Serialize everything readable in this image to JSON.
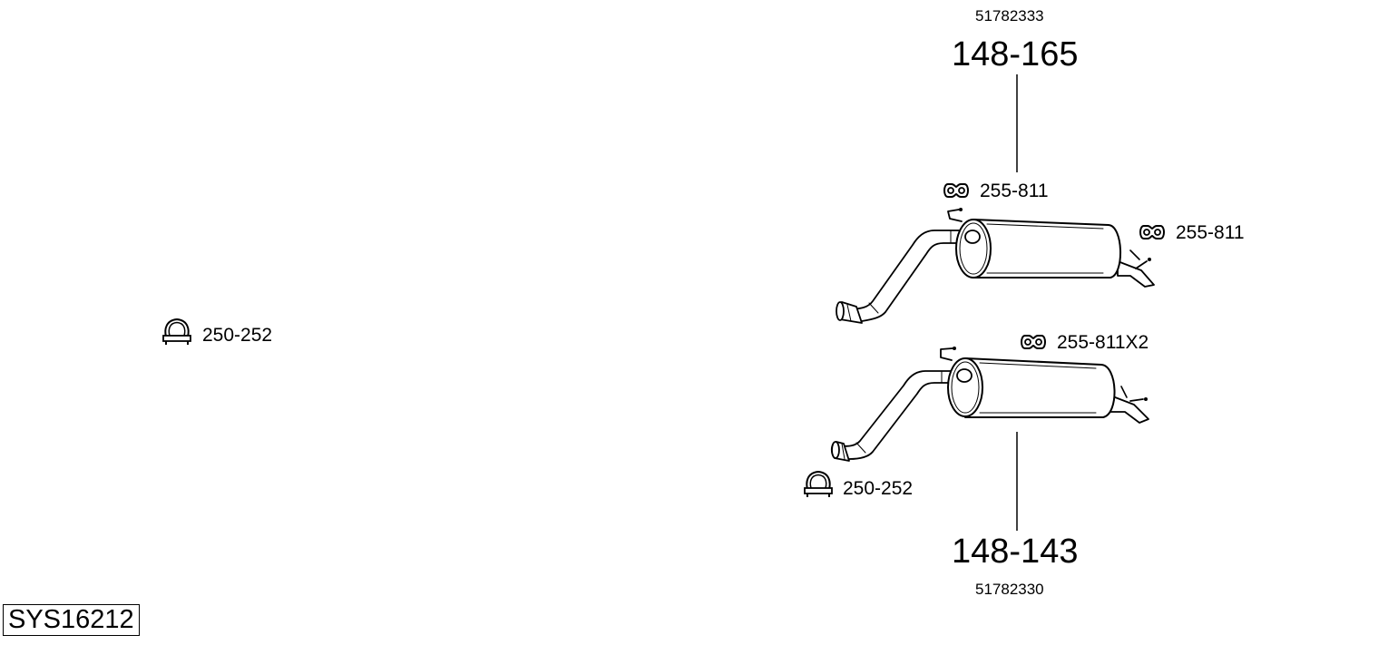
{
  "system_code": "SYS16212",
  "upper_assembly": {
    "oem_number": "51782333",
    "part_number": "148-165",
    "hanger_top": "255-811",
    "hanger_right": "255-811",
    "clamp": "250-252"
  },
  "lower_assembly": {
    "oem_number": "51782330",
    "part_number": "148-143",
    "hanger": "255-811X2",
    "clamp": "250-252"
  },
  "icons": {
    "hanger": "rubber-hanger-icon",
    "clamp": "u-bolt-clamp-icon"
  }
}
